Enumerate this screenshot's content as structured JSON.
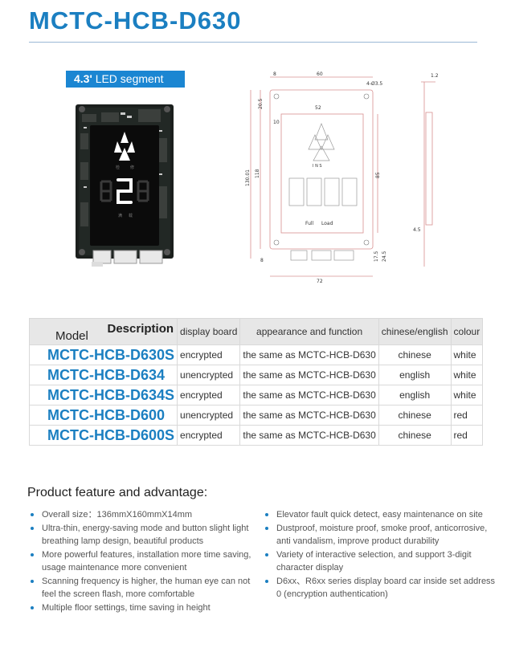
{
  "title": "MCTC-HCB-D630",
  "badge": {
    "size": "4.3'",
    "label": "LED segment"
  },
  "board": {
    "floor_digit": "2",
    "labels": [
      "检修",
      "满载"
    ]
  },
  "drawing": {
    "dims": {
      "top_offset": "8",
      "top_width": "60",
      "hole": "4-Ø3.5",
      "side_thick": "1.2",
      "left_offset": "20.5",
      "inner_width": "52",
      "inner_left": "10",
      "overall_h": "130.01",
      "height2": "118",
      "display_h": "85",
      "side_depth": "4.5",
      "bottom_offset": "8",
      "b1": "17.5",
      "b2": "24.5",
      "overall_w": "72"
    },
    "display_labels": {
      "ins": "I N S",
      "full": "Full",
      "load": "Load"
    }
  },
  "table": {
    "header": {
      "description": "Description",
      "model": "Model",
      "col_display": "display board",
      "col_function": "appearance and function",
      "col_lang": "chinese/english",
      "col_colour": "colour"
    },
    "rows": [
      {
        "model": "MCTC-HCB-D630S",
        "display": "encrypted",
        "function": "the same as MCTC-HCB-D630",
        "lang": "chinese",
        "colour": "white"
      },
      {
        "model": "MCTC-HCB-D634",
        "display": "unencrypted",
        "function": "the same as MCTC-HCB-D630",
        "lang": "english",
        "colour": "white"
      },
      {
        "model": "MCTC-HCB-D634S",
        "display": "encrypted",
        "function": "the same as MCTC-HCB-D630",
        "lang": "english",
        "colour": "white"
      },
      {
        "model": "MCTC-HCB-D600",
        "display": "unencrypted",
        "function": "the same as MCTC-HCB-D630",
        "lang": "chinese",
        "colour": "red"
      },
      {
        "model": "MCTC-HCB-D600S",
        "display": "encrypted",
        "function": "the same as MCTC-HCB-D630",
        "lang": "chinese",
        "colour": "red"
      }
    ]
  },
  "features": {
    "heading": "Product feature and advantage:",
    "left": [
      "Overall size：136mmX160mmX14mm",
      "Ultra-thin, energy-saving mode and button slight light breathing lamp design, beautiful products",
      "More powerful features, installation more time saving, usage maintenance more convenient",
      "Scanning frequency is higher, the human eye can not feel the screen flash, more comfortable",
      "Multiple floor settings, time saving in height"
    ],
    "right": [
      "Elevator fault quick detect, easy maintenance on site",
      "Dustproof, moisture proof, smoke proof, anticorrosive, anti vandalism, improve product durability",
      "Variety of interactive selection, and support 3-digit character display",
      "D6xx、R6xx series display board car inside set address 0 (encryption authentication)"
    ]
  }
}
